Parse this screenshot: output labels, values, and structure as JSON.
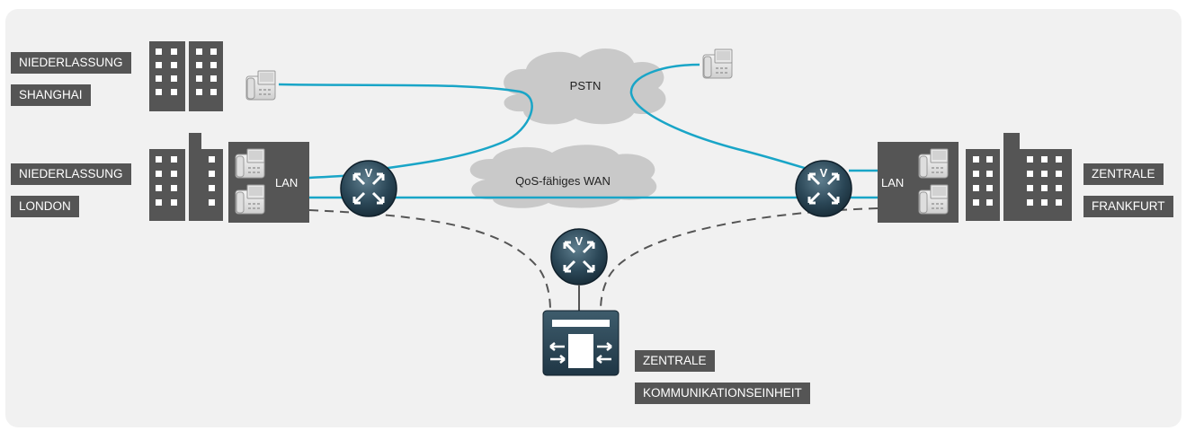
{
  "labels": {
    "shanghai_line1": "NIEDERLASSUNG",
    "shanghai_line2": "SHANGHAI",
    "london_line1": "NIEDERLASSUNG",
    "london_line2": "LONDON",
    "frankfurt_line1": "ZENTRALE",
    "frankfurt_line2": "FRANKFURT",
    "comm_line1": "ZENTRALE",
    "comm_line2": "KOMMUNIKATIONSEINHEIT"
  },
  "clouds": {
    "pstn": "PSTN",
    "wan": "QoS-fähiges WAN"
  },
  "lan": {
    "left": "LAN",
    "right": "LAN"
  },
  "router_letter": "V",
  "colors": {
    "background": "#f1f1f1",
    "label_bg": "#555555",
    "building": "#555555",
    "link": "#19a5c7",
    "dashed": "#555555",
    "cloud": "#c9c9c9",
    "router": "#1f3a4a"
  }
}
